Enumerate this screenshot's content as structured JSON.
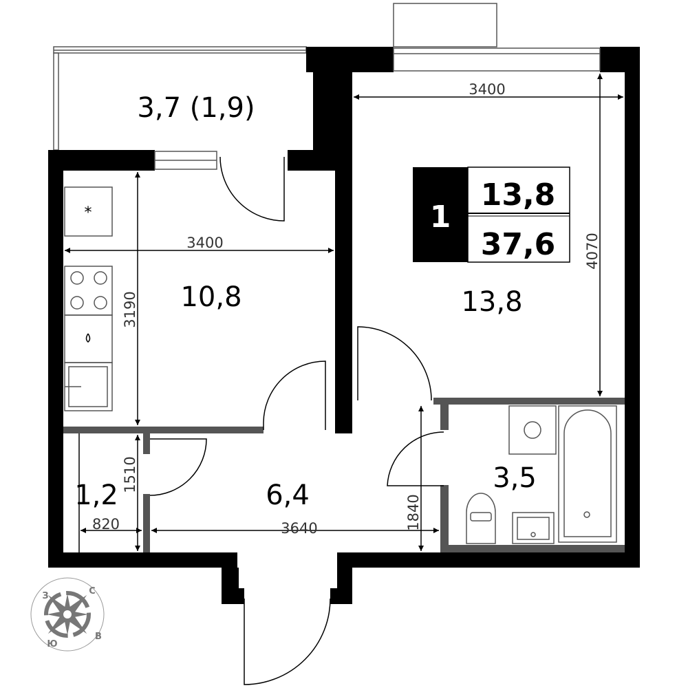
{
  "rooms": {
    "balcony": "3,7 (1,9)",
    "kitchen": "10,8",
    "living_room": "13,8",
    "hallway": "6,4",
    "wardrobe": "1,2",
    "bathroom": "3,5"
  },
  "dimensions": {
    "room_width": "3400",
    "room_depth": "4070",
    "kitchen_width": "3400",
    "kitchen_depth": "3190",
    "wardrobe_depth": "1510",
    "wardrobe_width": "820",
    "hall_width": "3640",
    "hall_depth": "1840"
  },
  "summary": {
    "rooms_count": "1",
    "living_area": "13,8",
    "total_area": "37,6"
  },
  "compass": {
    "n": "С",
    "e": "В",
    "s": "Ю",
    "w": "З"
  },
  "colors": {
    "wall": "#000000",
    "partition": "#555555",
    "compass": "#777777"
  }
}
